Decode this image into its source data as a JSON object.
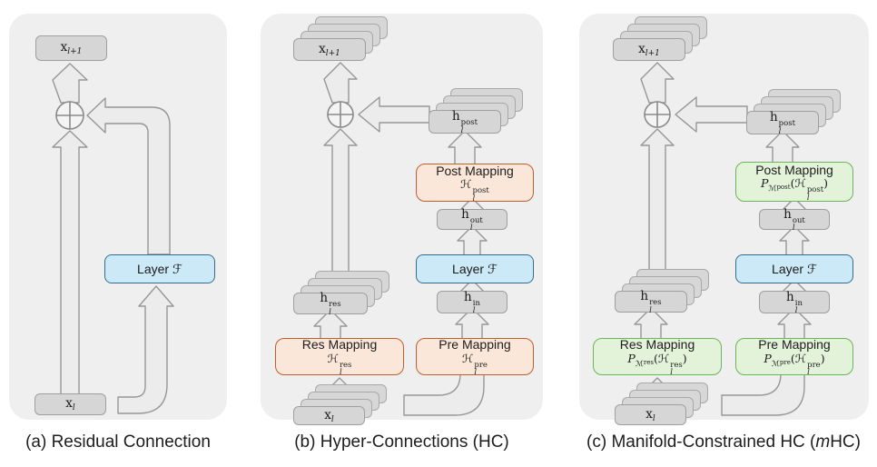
{
  "captions": {
    "a": "(a) Residual Connection",
    "b": "(b) Hyper-Connections (HC)",
    "c": {
      "prefix": "(c) Manifold-Constrained HC (",
      "italic": "m",
      "suffix": "HC)"
    }
  },
  "colors": {
    "panel_bg": "#efeff0",
    "gray_box_fill": "#d6d6d6",
    "gray_box_border": "#9f9f9f",
    "arrow_fill": "#ececec",
    "arrow_stroke": "#97979a",
    "layer_fill": "#cbe9f6",
    "layer_border": "#2e6f8e",
    "hc_mapping_fill": "#fbe7d9",
    "hc_mapping_border": "#bf5f2d",
    "mhc_mapping_fill": "#e3f3da",
    "mhc_mapping_border": "#69b557"
  },
  "panel_a": {
    "x_out": {
      "base": "x",
      "sub": "l+1"
    },
    "layer_box": {
      "label": "Layer ",
      "symbol": "ℱ"
    },
    "x_in": {
      "base": "x",
      "sub": "l"
    }
  },
  "panel_b": {
    "x_out": {
      "base": "x",
      "sub": "l+1"
    },
    "h_post": {
      "base": "h",
      "sub": "l",
      "sup": "post"
    },
    "post_mapping": {
      "title": "Post Mapping",
      "symbol": "ℋ",
      "sub": "l",
      "sup": "post"
    },
    "h_out": {
      "base": "h",
      "sub": "l",
      "sup": "out"
    },
    "layer_box": {
      "label": "Layer ",
      "symbol": "ℱ"
    },
    "h_in": {
      "base": "h",
      "sub": "l",
      "sup": "in"
    },
    "pre_mapping": {
      "title": "Pre Mapping",
      "symbol": "ℋ",
      "sub": "l",
      "sup": "pre"
    },
    "h_res": {
      "base": "h",
      "sub": "l",
      "sup": "res"
    },
    "res_mapping": {
      "title": "Res Mapping",
      "symbol": "ℋ",
      "sub": "l",
      "sup": "res"
    },
    "x_in": {
      "base": "x",
      "sub": "l"
    }
  },
  "panel_c": {
    "x_out": {
      "base": "x",
      "sub": "l+1"
    },
    "h_post": {
      "base": "h",
      "sub": "l",
      "sup": "post"
    },
    "post_mapping": {
      "title": "Post Mapping",
      "p": "P",
      "p_sub": "ℳ",
      "p_sub_sup": "post",
      "open": "(",
      "symbol": "ℋ",
      "sub": "l",
      "sup": "post",
      "close": ")"
    },
    "h_out": {
      "base": "h",
      "sub": "l",
      "sup": "out"
    },
    "layer_box": {
      "label": "Layer ",
      "symbol": "ℱ"
    },
    "h_in": {
      "base": "h",
      "sub": "l",
      "sup": "in"
    },
    "pre_mapping": {
      "title": "Pre Mapping",
      "p": "P",
      "p_sub": "ℳ",
      "p_sub_sup": "pre",
      "open": "(",
      "symbol": "ℋ",
      "sub": "l",
      "sup": "pre",
      "close": ")"
    },
    "h_res": {
      "base": "h",
      "sub": "l",
      "sup": "res"
    },
    "res_mapping": {
      "title": "Res Mapping",
      "p": "P",
      "p_sub": "ℳ",
      "p_sub_sup": "res",
      "open": "(",
      "symbol": "ℋ",
      "sub": "l",
      "sup": "res",
      "close": ")"
    },
    "x_in": {
      "base": "x",
      "sub": "l"
    }
  }
}
